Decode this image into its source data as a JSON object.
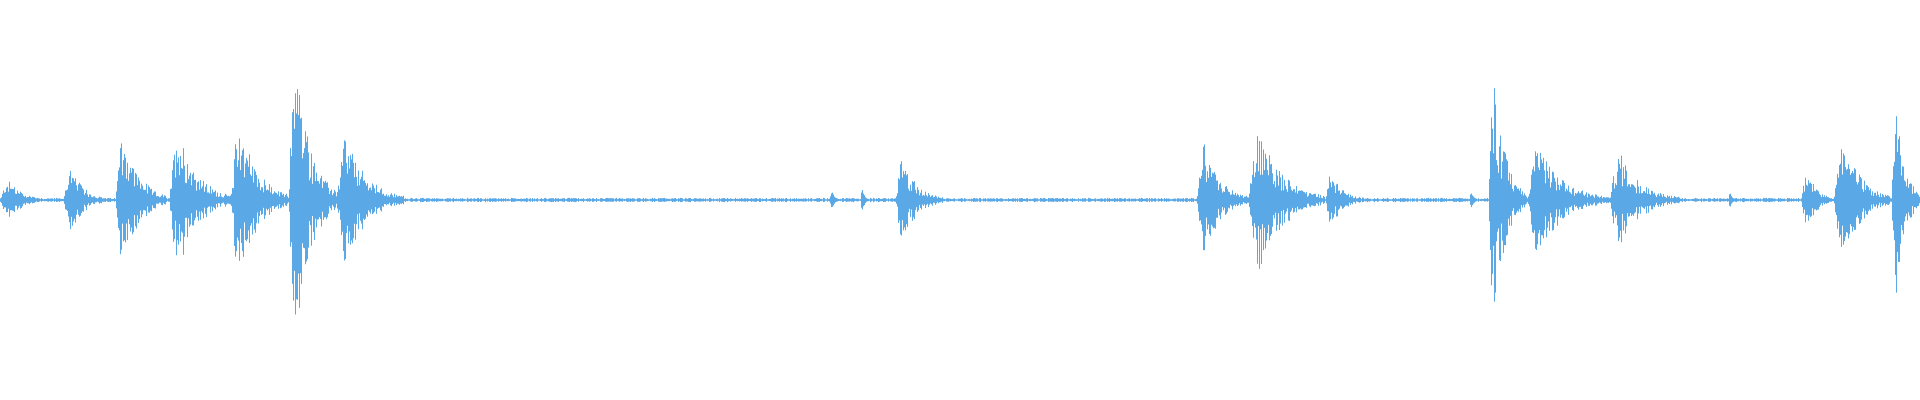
{
  "waveform": {
    "color": "#5aa9e6",
    "background": "#ffffff",
    "bursts": [
      {
        "start": 0.0,
        "end": 0.026,
        "amp": 0.13
      },
      {
        "start": 0.033,
        "end": 0.055,
        "amp": 0.22
      },
      {
        "start": 0.06,
        "end": 0.086,
        "amp": 0.45
      },
      {
        "start": 0.088,
        "end": 0.12,
        "amp": 0.47
      },
      {
        "start": 0.12,
        "end": 0.15,
        "amp": 0.52
      },
      {
        "start": 0.15,
        "end": 0.175,
        "amp": 0.93
      },
      {
        "start": 0.175,
        "end": 0.21,
        "amp": 0.4
      },
      {
        "start": 0.432,
        "end": 0.437,
        "amp": 0.08
      },
      {
        "start": 0.448,
        "end": 0.453,
        "amp": 0.07
      },
      {
        "start": 0.466,
        "end": 0.492,
        "amp": 0.25
      },
      {
        "start": 0.623,
        "end": 0.65,
        "amp": 0.36
      },
      {
        "start": 0.65,
        "end": 0.69,
        "amp": 0.45
      },
      {
        "start": 0.69,
        "end": 0.712,
        "amp": 0.16
      },
      {
        "start": 0.765,
        "end": 0.77,
        "amp": 0.06
      },
      {
        "start": 0.775,
        "end": 0.795,
        "amp": 0.73
      },
      {
        "start": 0.795,
        "end": 0.838,
        "amp": 0.32
      },
      {
        "start": 0.838,
        "end": 0.875,
        "amp": 0.29
      },
      {
        "start": 0.9,
        "end": 0.904,
        "amp": 0.06
      },
      {
        "start": 0.938,
        "end": 0.955,
        "amp": 0.2
      },
      {
        "start": 0.955,
        "end": 0.985,
        "amp": 0.4
      },
      {
        "start": 0.985,
        "end": 1.0,
        "amp": 0.6
      }
    ],
    "baseline_noise": 0.012
  }
}
